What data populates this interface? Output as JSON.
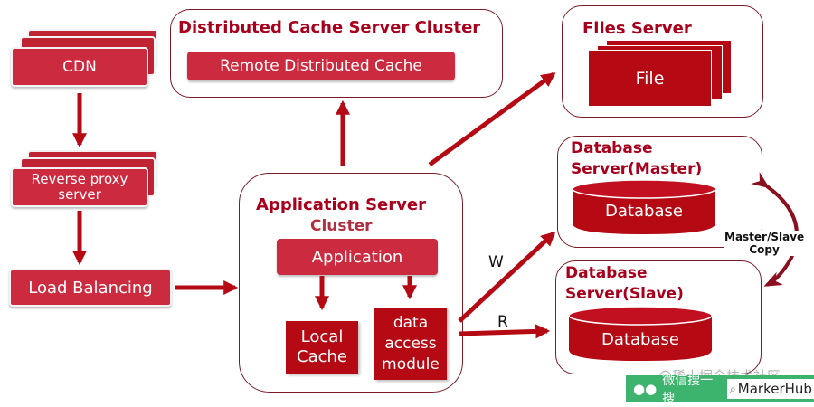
{
  "cdn": {
    "label": "CDN"
  },
  "reverse_proxy": {
    "label": "Reverse proxy server"
  },
  "load_balancing": {
    "label": "Load Balancing"
  },
  "cache_cluster": {
    "title": "Distributed Cache Server Cluster",
    "item": "Remote Distributed Cache"
  },
  "app_cluster": {
    "title_line1": "Application Server",
    "title_line2": "Cluster",
    "application": "Application",
    "local_cache_line1": "Local",
    "local_cache_line2": "Cache",
    "dam_line1": "data",
    "dam_line2": "access",
    "dam_line3": "module"
  },
  "files_server": {
    "title": "Files Server",
    "item": "File"
  },
  "db_master": {
    "title_line1": "Database",
    "title_line2": "Server(Master)",
    "item": "Database"
  },
  "db_slave": {
    "title_line1": "Database",
    "title_line2": "Server(Slave)",
    "item": "Database"
  },
  "edges": {
    "write": "W",
    "read": "R",
    "replication_line1": "Master/Slave",
    "replication_line2": "Copy"
  },
  "watermark": {
    "line1": "@稀土掘金技术社区",
    "search_label": "微信搜一搜",
    "account": "MarkerHub"
  },
  "colors": {
    "accent": "#b50a14",
    "button": "#cc2a3e",
    "border": "#7a1c25",
    "watermark_green": "#3cb46e"
  }
}
